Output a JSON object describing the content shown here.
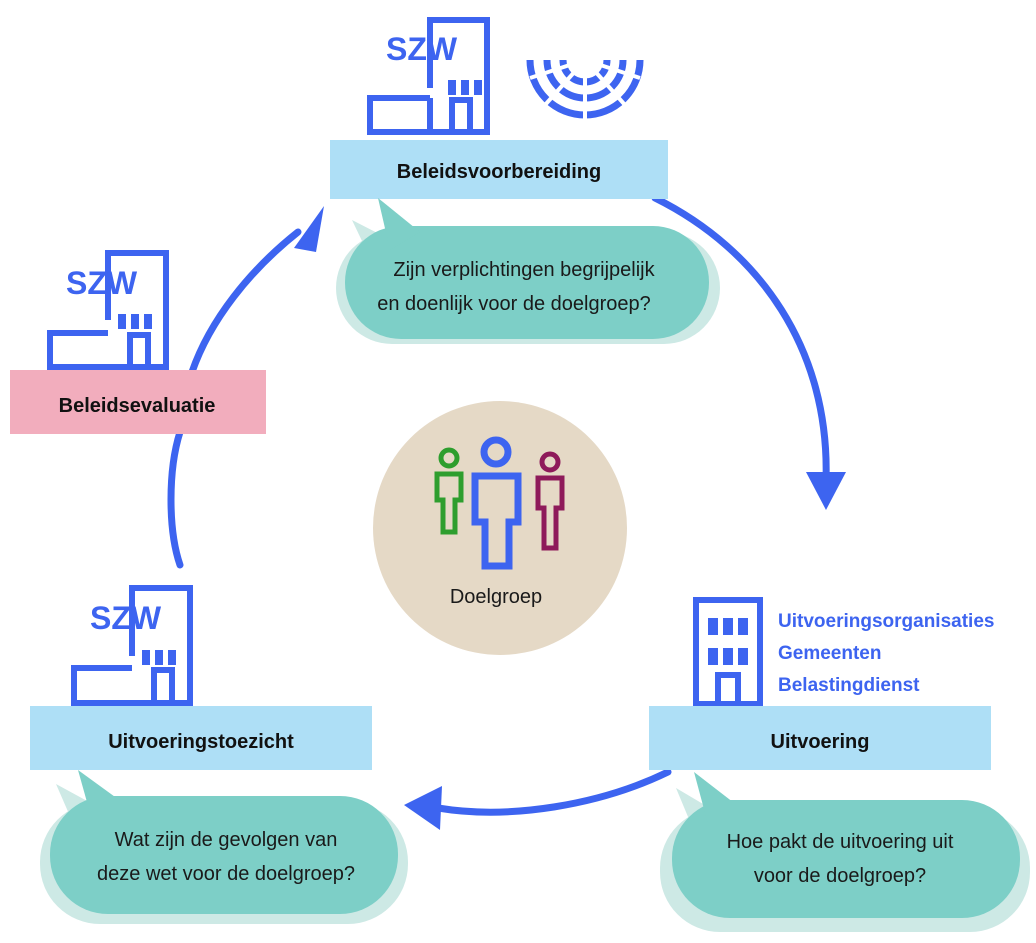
{
  "stages": {
    "preparation": {
      "label": "Beleidsvoorbereiding",
      "question_lines": [
        "Zijn verplichtingen begrijpelijk",
        "en doenlijk voor de doelgroep?"
      ]
    },
    "execution": {
      "label": "Uitvoering",
      "question_lines": [
        "Hoe pakt de uitvoering uit",
        "voor de doelgroep?"
      ]
    },
    "supervision": {
      "label": "Uitvoeringstoezicht",
      "question_lines": [
        "Wat zijn de gevolgen van",
        "deze wet voor de doelgroep?"
      ]
    },
    "evaluation": {
      "label": "Beleidsevaluatie"
    }
  },
  "ministry_abbr": "SZW",
  "execution_orgs": [
    "Uitvoeringsorganisaties",
    "Gemeenten",
    "Belastingdienst"
  ],
  "center": {
    "label": "Doelgroep"
  },
  "colors": {
    "primary_blue": "#3d64f0",
    "label_box_blue": "#aedff6",
    "label_box_pink": "#f2adbd",
    "bubble_teal": "#7dcfc7",
    "bubble_shadow": "#cde9e5",
    "center_circle": "#e5d9c6",
    "person_green": "#2e9e2e",
    "person_maroon": "#8e1a5a"
  },
  "icons": [
    "building-icon",
    "parliament-icon",
    "people-icon",
    "arrow-icon"
  ]
}
